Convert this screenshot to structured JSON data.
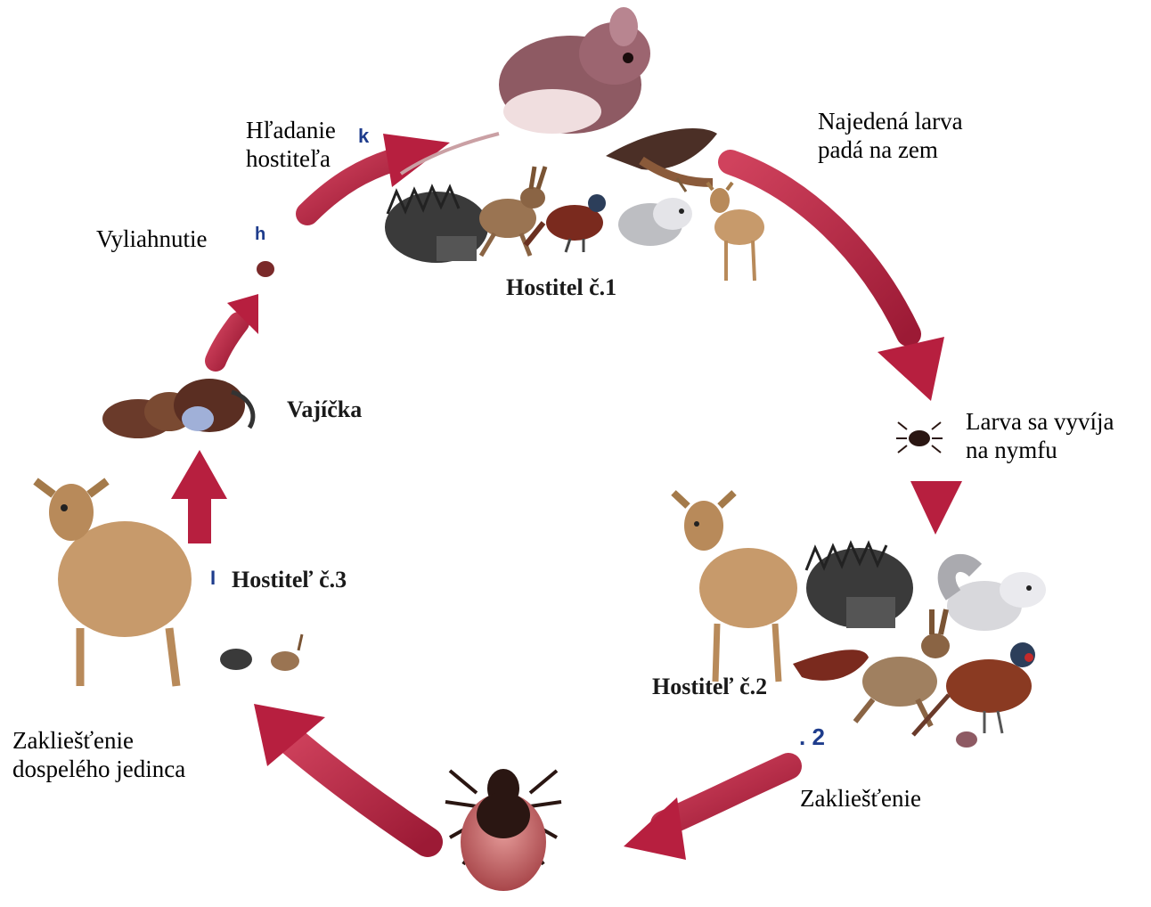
{
  "colors": {
    "arrow": "#b71f3f",
    "arrow_dark": "#8e1530",
    "deer": "#c79a6b",
    "hedgehog": "#3a3a3a",
    "mouse": "#8e5a63",
    "tick_body": "#2a1612",
    "tick_abdomen": "#c46a6a"
  },
  "labels": {
    "host_search": [
      "Hľadanie",
      "hostiteľa"
    ],
    "larva_fed": [
      "Najedená larva",
      "padá na zem"
    ],
    "hatching": "Vyliahnutie",
    "host1": "Hostitel č.1",
    "eggs": "Vajíčka",
    "larva_nymph": [
      "Larva sa vyvíja",
      "na nymfu"
    ],
    "host3": "Hostiteľ č.3",
    "host2": "Hostiteľ č.2",
    "adult_attach": [
      "Zakliešťenie",
      "dospelého jedinca"
    ],
    "attach": "Zakliešťenie",
    "stray_k": "k",
    "stray_h": "h",
    "stray_2": ". 2",
    "stray_bar": "I"
  },
  "icons": [
    "mouse-icon",
    "bird-icon",
    "hedgehog-icon",
    "hare-icon",
    "pheasant-icon",
    "squirrel-icon",
    "deer-icon",
    "tick-icon",
    "egg-cluster-icon",
    "larva-icon"
  ]
}
